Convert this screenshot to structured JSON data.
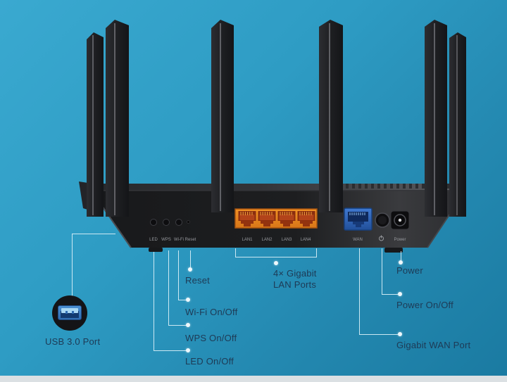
{
  "device_panel": {
    "button_labels": [
      "LED",
      "WPS",
      "Wi-Fi",
      "Reset"
    ],
    "lan_port_labels": [
      "LAN1",
      "LAN2",
      "LAN3",
      "LAN4"
    ],
    "wan_label": "WAN",
    "power_jack_label": "Power"
  },
  "annotations": {
    "reset": "Reset",
    "wifi_onoff": "Wi-Fi On/Off",
    "wps_onoff": "WPS On/Off",
    "led_onoff": "LED On/Off",
    "lan_line1": "4× Gigabit",
    "lan_line2": "LAN Ports",
    "power": "Power",
    "power_onoff": "Power On/Off",
    "wan": "Gigabit WAN Port",
    "usb": "USB 3.0 Port"
  },
  "icons": {
    "power_button_symbol": "standby-power-icon",
    "usb_connector": "usb-a-connector-icon"
  },
  "colors": {
    "background_top": "#3aa9d0",
    "background_bottom": "#1a7aa1",
    "annotation_line": "#d5edf6",
    "annotation_text": "#1e3a55",
    "lan_block_orange": "#e8871f",
    "wan_port_blue": "#2f6cb8",
    "router_body": "#1b1c1e",
    "panel_text": "#97999e",
    "bottom_bar": "#dbe0e3"
  }
}
